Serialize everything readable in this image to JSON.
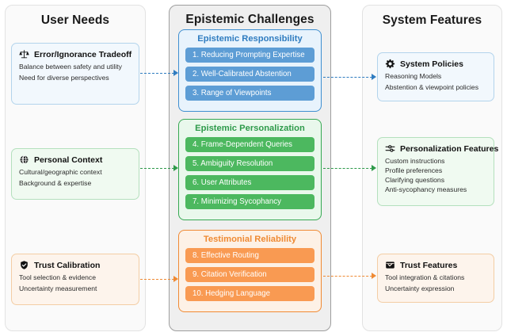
{
  "columns": {
    "left": {
      "title": "User Needs"
    },
    "center": {
      "title": "Epistemic Challenges"
    },
    "right": {
      "title": "System Features"
    }
  },
  "user_needs": [
    {
      "icon": "balance-scale-icon",
      "title": "Error/Ignorance Tradeoff",
      "lines": [
        "Balance between safety and utility",
        "Need for diverse perspectives"
      ],
      "color": "#b3d4ec"
    },
    {
      "icon": "globe-icon",
      "title": "Personal Context",
      "lines": [
        "Cultural/geographic context",
        "Background & expertise"
      ],
      "color": "#b4e0bd"
    },
    {
      "icon": "shield-check-icon",
      "title": "Trust Calibration",
      "lines": [
        "Tool selection & evidence",
        "Uncertainty measurement"
      ],
      "color": "#f3cda4"
    }
  ],
  "challenge_groups": [
    {
      "title": "Epistemic Responsibility",
      "accent": "#3f8fd0",
      "items": [
        "1. Reducing Prompting Expertise",
        "2. Well-Calibrated Abstention",
        "3. Range of Viewpoints"
      ]
    },
    {
      "title": "Epistemic Personalization",
      "accent": "#36a852",
      "items": [
        "4. Frame-Dependent Queries",
        "5. Ambiguity Resolution",
        "6. User Attributes",
        "7. Minimizing Sycophancy"
      ]
    },
    {
      "title": "Testimonial Reliability",
      "accent": "#f08a33",
      "items": [
        "8. Effective Routing",
        "9. Citation Verification",
        "10. Hedging Language"
      ]
    }
  ],
  "system_features": [
    {
      "icon": "gear-icon",
      "title": "System Policies",
      "lines": [
        "Reasoning Models",
        "Abstention & viewpoint policies"
      ],
      "color": "#b3d4ec"
    },
    {
      "icon": "sliders-icon",
      "title": "Personalization Features",
      "lines": [
        "Custom instructions",
        "Profile preferences",
        "Clarifying questions",
        "Anti-sycophancy measures"
      ],
      "color": "#b4e0bd"
    },
    {
      "icon": "inbox-check-icon",
      "title": "Trust Features",
      "lines": [
        "Tool integration & citations",
        "Uncertainty expression"
      ],
      "color": "#f3cda4"
    }
  ]
}
